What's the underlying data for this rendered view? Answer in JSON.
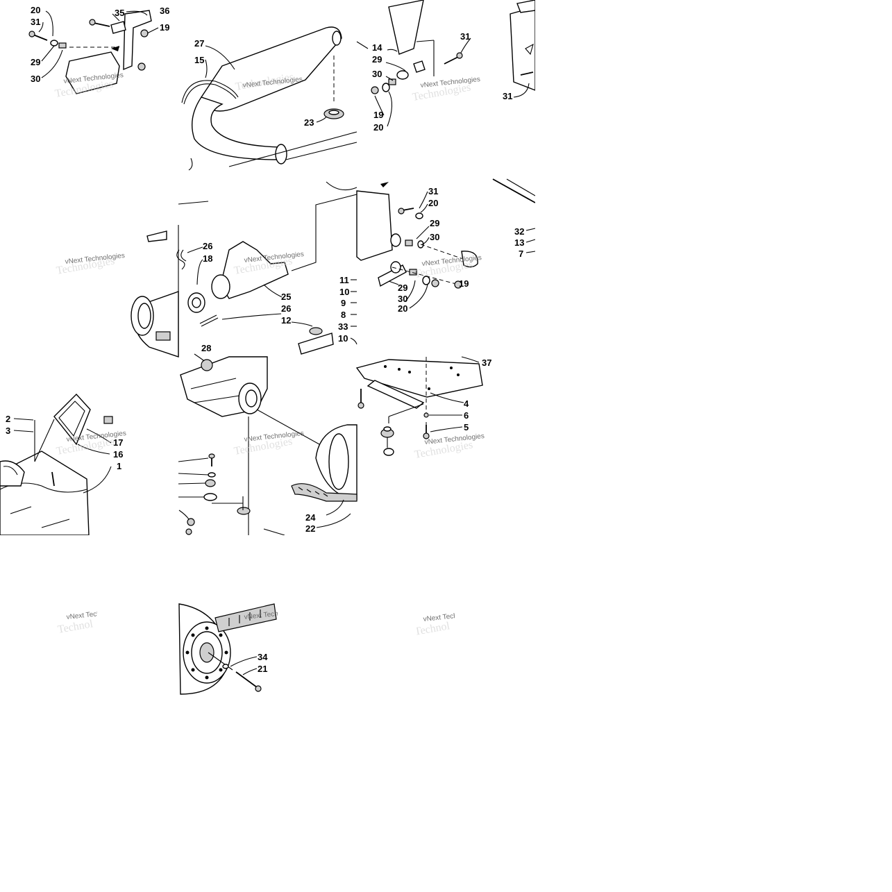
{
  "watermark": "vNext Technologies",
  "callouts": {
    "t1": [
      "20",
      "31",
      "29",
      "30",
      "35",
      "36",
      "19"
    ],
    "t2": [
      "27",
      "15",
      "23"
    ],
    "t3": [
      "14",
      "29",
      "31",
      "30",
      "19",
      "20"
    ],
    "t4": [
      "31"
    ],
    "t5": [
      "26",
      "18",
      "25",
      "26",
      "12"
    ],
    "t6": [
      "31",
      "20",
      "29",
      "30",
      "11",
      "10",
      "9",
      "8",
      "33",
      "10",
      "29",
      "30",
      "20",
      "19"
    ],
    "t7": [
      "32",
      "13",
      "7"
    ],
    "t8": [
      "28",
      "24",
      "22"
    ],
    "t9": [
      "2",
      "3",
      "17",
      "16",
      "1"
    ],
    "t10": [
      "37",
      "4",
      "6",
      "5"
    ],
    "t11": [
      "34",
      "21"
    ]
  }
}
